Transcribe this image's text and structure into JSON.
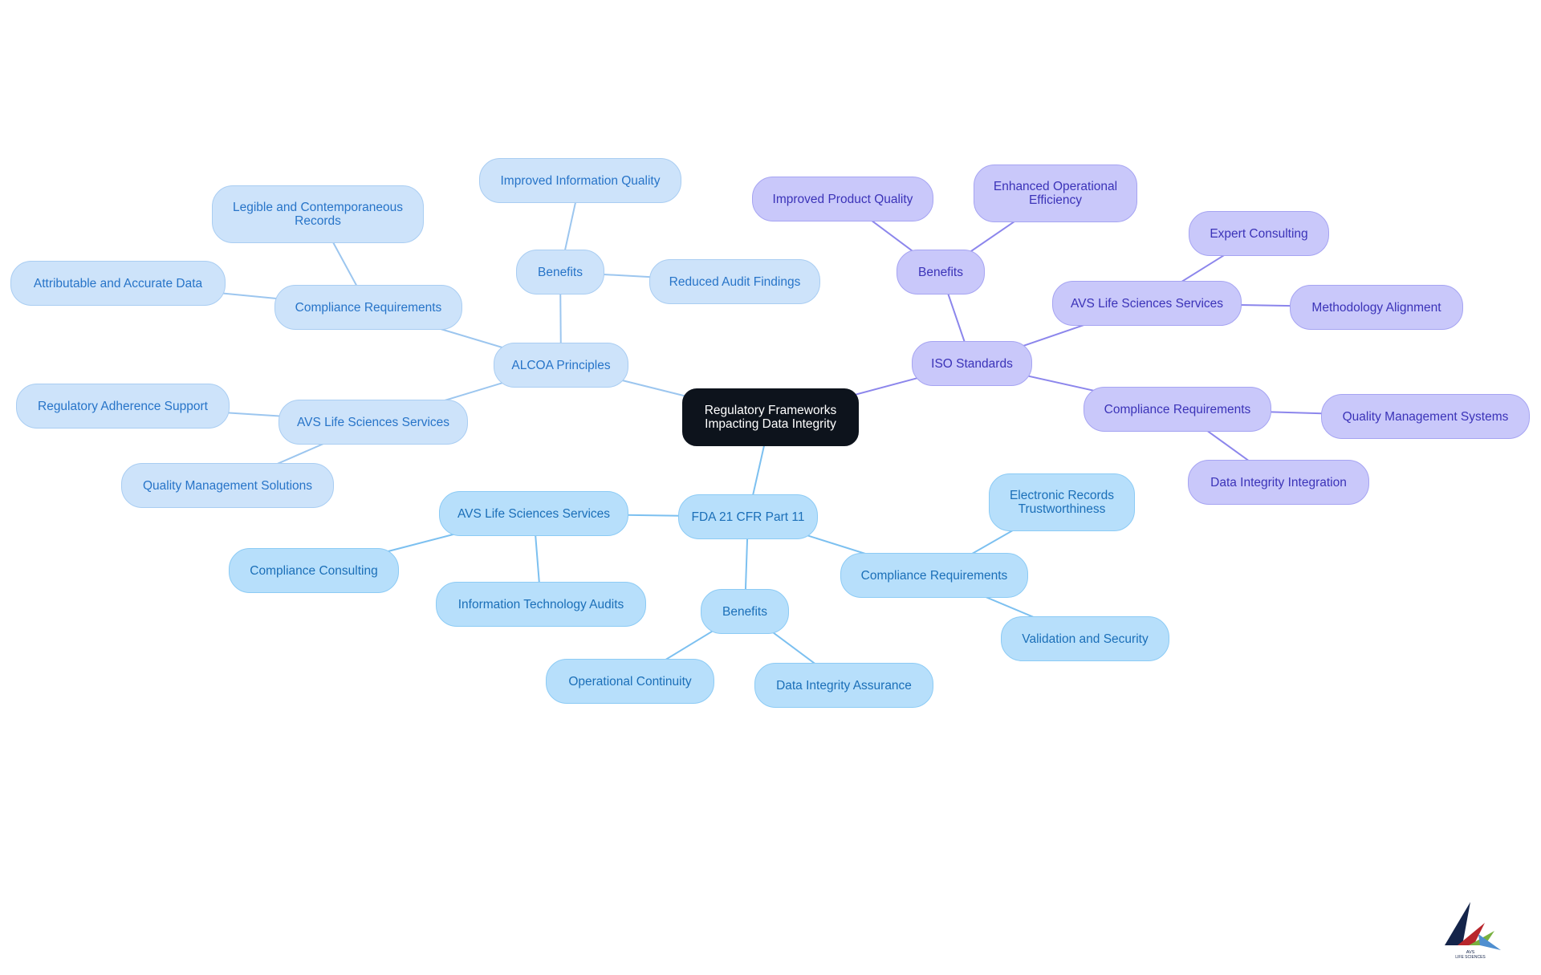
{
  "root": "Regulatory Frameworks\nImpacting Data Integrity",
  "alcoa": {
    "label": "ALCOA Principles",
    "benefits": {
      "label": "Benefits",
      "items": [
        "Improved Information Quality",
        "Reduced Audit Findings"
      ]
    },
    "compliance": {
      "label": "Compliance Requirements",
      "items": [
        "Legible and Contemporaneous\nRecords",
        "Attributable and Accurate Data"
      ]
    },
    "services": {
      "label": "AVS Life Sciences Services",
      "items": [
        "Regulatory Adherence Support",
        "Quality Management Solutions"
      ]
    }
  },
  "fda": {
    "label": "FDA 21 CFR Part 11",
    "services": {
      "label": "AVS Life Sciences Services",
      "items": [
        "Compliance Consulting",
        "Information Technology Audits"
      ]
    },
    "benefits": {
      "label": "Benefits",
      "items": [
        "Operational Continuity",
        "Data Integrity Assurance"
      ]
    },
    "compliance": {
      "label": "Compliance Requirements",
      "items": [
        "Electronic Records\nTrustworthiness",
        "Validation and Security"
      ]
    }
  },
  "iso": {
    "label": "ISO Standards",
    "benefits": {
      "label": "Benefits",
      "items": [
        "Improved Product Quality",
        "Enhanced Operational\nEfficiency"
      ]
    },
    "services": {
      "label": "AVS Life Sciences Services",
      "items": [
        "Expert Consulting",
        "Methodology Alignment"
      ]
    },
    "compliance": {
      "label": "Compliance Requirements",
      "items": [
        "Quality Management Systems",
        "Data Integrity Integration"
      ]
    }
  },
  "colors": {
    "root": "#0d131c",
    "alcoa": "#cde3fa",
    "fda": "#b7dffb",
    "iso": "#c9c8fa"
  },
  "logo": {
    "icon": "avs-life-sciences-logo",
    "text": "AVS LIFE SCIENCES"
  }
}
